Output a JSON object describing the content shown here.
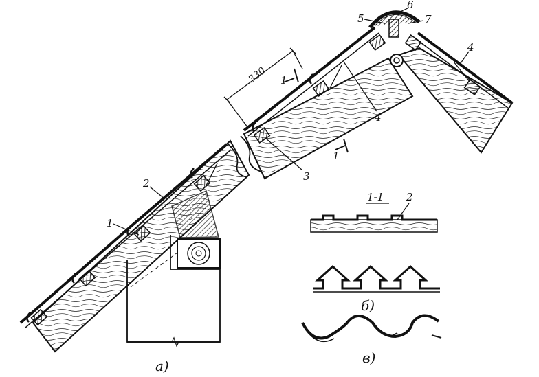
{
  "labels": {
    "callout_1": "1",
    "callout_2": "2",
    "callout_3": "3",
    "callout_4a": "4",
    "callout_4b": "4",
    "callout_5": "5",
    "callout_6": "6",
    "callout_7": "7",
    "section_1_top": "1",
    "section_1_bottom": "1",
    "dimension": "330",
    "section_title": "1-1",
    "section_callout_2": "2",
    "caption_a": "a)",
    "caption_b": "б)",
    "caption_v": "в)"
  },
  "colors": {
    "ink": "#111111",
    "paper": "#ffffff"
  }
}
